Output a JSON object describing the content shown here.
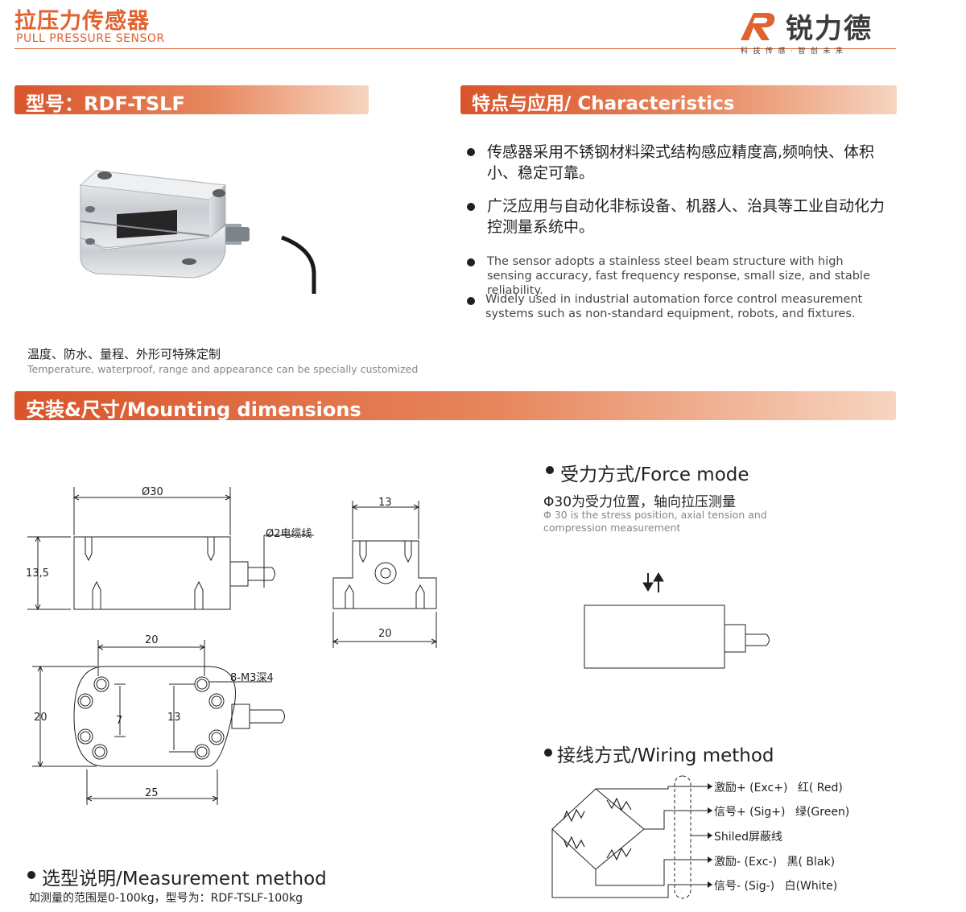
{
  "header": {
    "title_cn": "拉压力传感器",
    "title_en": "PULL PRESSURE SENSOR",
    "logo_name": "锐力德",
    "logo_tagline": "科技传感·智创未来"
  },
  "model_bar": {
    "label": "型号：RDF-TSLF"
  },
  "characteristics_bar": {
    "label": "特点与应用/ Characteristics"
  },
  "features": [
    {
      "text": "传感器采用不锈钢材料梁式结构感应精度高,频响快、体积小、稳定可靠。"
    },
    {
      "text": "广泛应用与自动化非标设备、机器人、治具等工业自动化力控测量系统中。"
    },
    {
      "text": "The sensor adopts a stainless steel beam structure with high sensing accuracy, fast frequency response, small size, and stable reliability."
    },
    {
      "text": "Widely used in industrial automation force control measurement systems such as non-standard equipment, robots, and fixtures."
    }
  ],
  "customization": {
    "cn": "温度、防水、量程、外形可特殊定制",
    "en": "Temperature, waterproof, range and appearance can be specially customized"
  },
  "mounting_bar": {
    "label": "安装&尺寸/Mounting dimensions"
  },
  "dimensions": {
    "diameter": "Ø30",
    "height": "13,5",
    "cable": "Ø2电缆线",
    "side_top": "13",
    "side_bottom": "20",
    "bottom_top": "20",
    "bottom_left": "20",
    "bottom_width": "25",
    "inner_left": "7",
    "inner_right": "13",
    "holes": "8-M3深4"
  },
  "force_mode": {
    "heading": "受力方式/Force mode",
    "cn": "Φ30为受力位置，轴向拉压测量",
    "en": "Φ 30 is the stress position, axial tension and compression measurement"
  },
  "wiring": {
    "heading": "接线方式/Wiring method",
    "items": [
      {
        "label": "激励+ (Exc+)",
        "color": "红( Red)"
      },
      {
        "label": "信号+ (Sig+)",
        "color": "绿(Green)"
      },
      {
        "label": "Shiled屏蔽线",
        "color": ""
      },
      {
        "label": "激励- (Exc-)",
        "color": "黑( Blak)"
      },
      {
        "label": "信号- (Sig-)",
        "color": "白(White)"
      }
    ]
  },
  "measurement": {
    "heading": "选型说明/Measurement method",
    "text": "如测量的范围是0-100kg，型号为：RDF-TSLF-100kg"
  },
  "colors": {
    "accent": "#e0622f",
    "bar_start": "#d9542a",
    "bar_end": "#f7d5c0"
  }
}
